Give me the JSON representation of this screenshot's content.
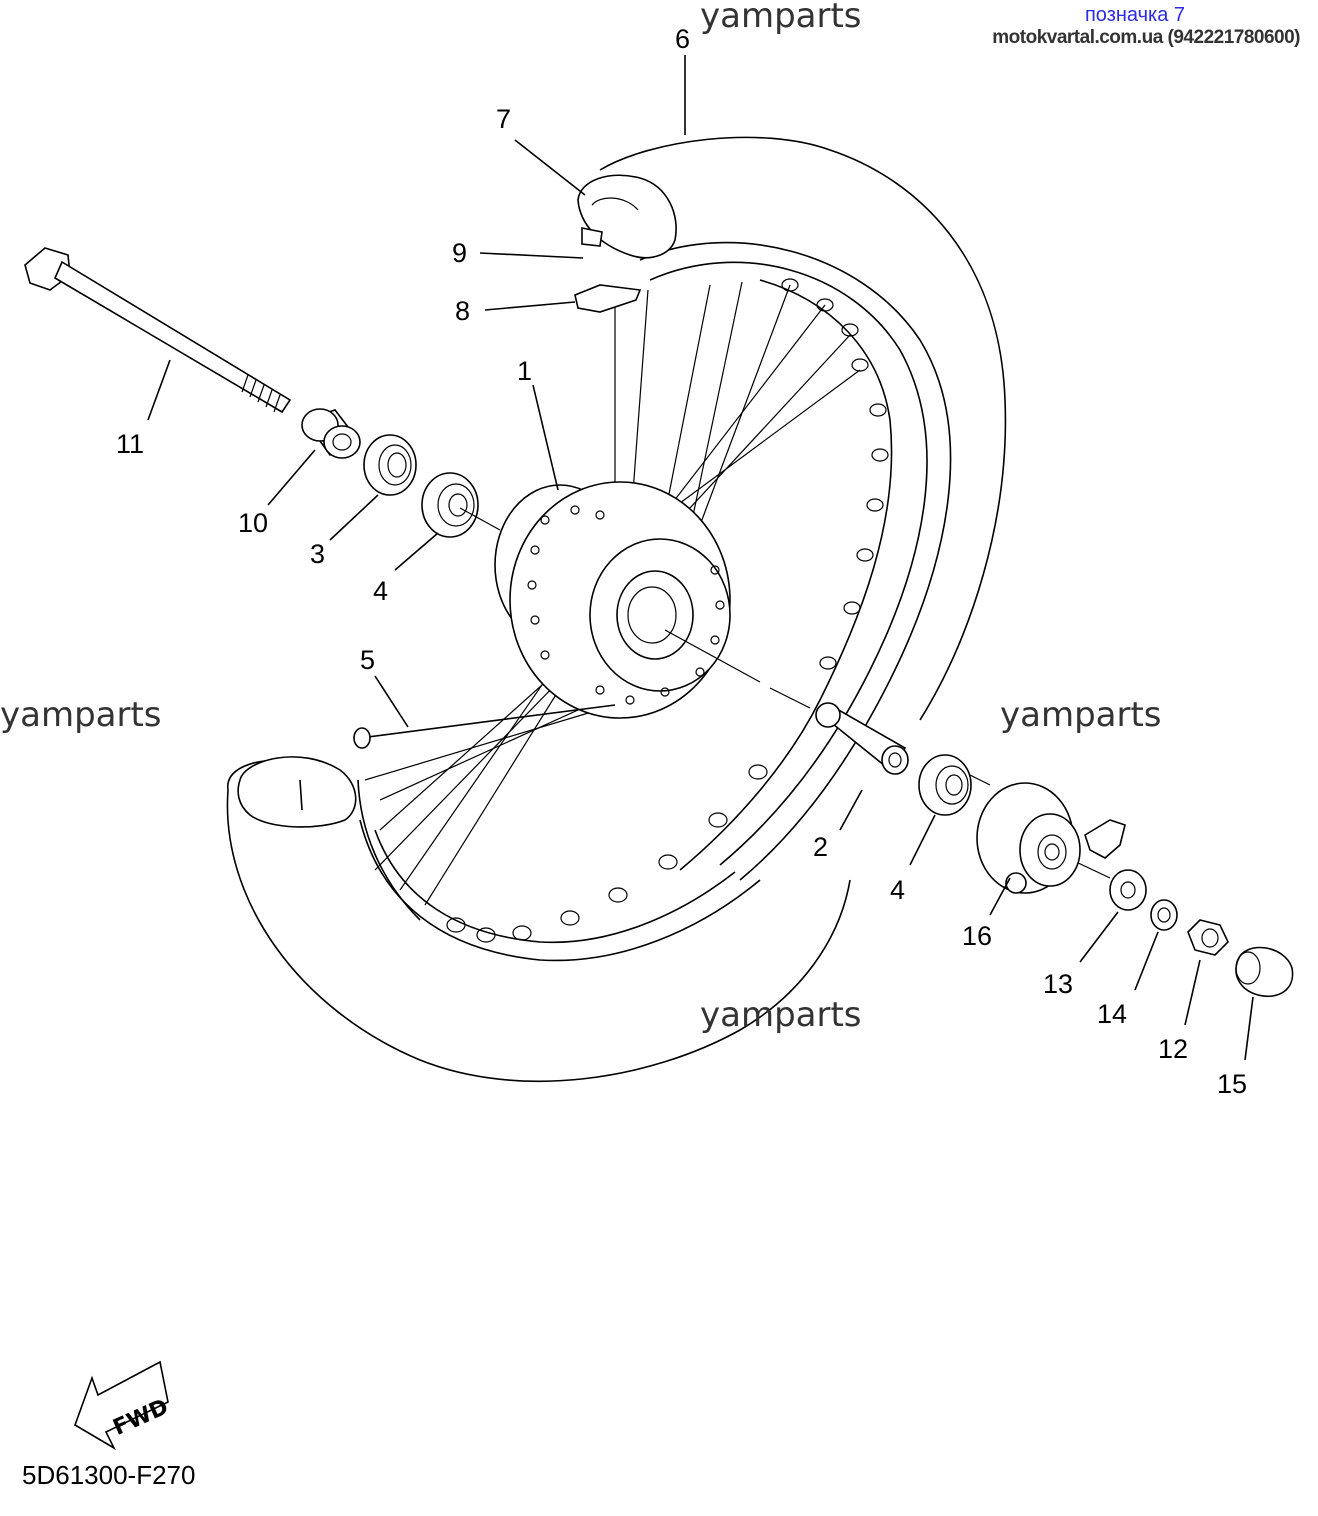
{
  "header": {
    "bookmark_link": "позначка 7",
    "site_info": "motokvartal.com.ua (942221780600)"
  },
  "watermarks": [
    "yamparts",
    "yamparts",
    "yamparts",
    "yamparts"
  ],
  "callouts": [
    "1",
    "2",
    "3",
    "4",
    "4",
    "5",
    "6",
    "7",
    "8",
    "9",
    "10",
    "11",
    "12",
    "13",
    "14",
    "15",
    "16"
  ],
  "fwd_label": "FWD",
  "diagram_code": "5D61300-F270"
}
